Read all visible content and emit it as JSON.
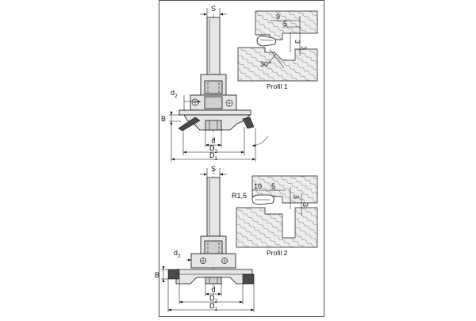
{
  "tool_1": {
    "s_label": "S",
    "d_label": "d",
    "d2_sub": "2",
    "b_label": "B",
    "D_label": "D",
    "D2_sub": "2",
    "D1_sub": "1"
  },
  "profile_1": {
    "dim_9": "9",
    "dim_5": "5",
    "dim_3a": "3",
    "dim_3b": "3",
    "angle": "30°",
    "caption": "Profil 1"
  },
  "tool_2": {
    "s_label": "S",
    "d_label": "d",
    "d2_sub": "2",
    "b_label": "B",
    "D_label": "D",
    "D2_sub": "2",
    "D1_sub": "1"
  },
  "profile_2": {
    "dim_10": "10",
    "dim_5": "5",
    "radius": "R1,5",
    "dim_3a": "3",
    "dim_3b": "3",
    "caption": "Profil 2"
  }
}
